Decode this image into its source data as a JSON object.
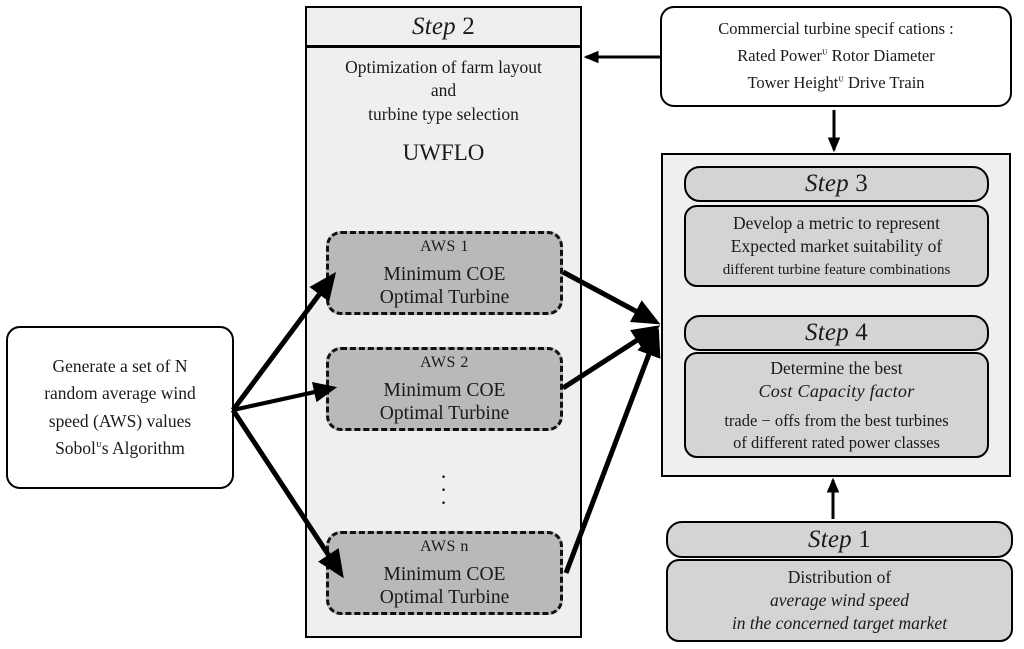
{
  "step2": {
    "header": "Step 2",
    "header_word": "Step",
    "header_num": "2",
    "line1": "Optimization of farm layout",
    "line2": "and",
    "line3": "turbine type selection",
    "model": "UWFLO",
    "aws_boxes": [
      {
        "tag": "AWS   1",
        "line1": "Minimum COE",
        "line2": "Optimal Turbine"
      },
      {
        "tag": "AWS   2",
        "line1": "Minimum COE",
        "line2": "Optimal Turbine"
      },
      {
        "tag": "AWS   n",
        "line1": "Minimum COE",
        "line2": "Optimal Turbine"
      }
    ],
    "ellipsis": "·"
  },
  "generator": {
    "line1": "Generate a set of N",
    "line2": "random average wind",
    "line3": "speed (AWS) values",
    "line4_pre": "Sobol",
    "line4_mark": "ᴜ",
    "line4_post": "s Algorithm"
  },
  "spec": {
    "line1": "Commercial turbine specif cations :",
    "line2_a": "Rated Power",
    "line2_mark": "ᴜ",
    "line2_b": " Rotor Diameter",
    "line3_a": "Tower Height",
    "line3_mark": "ᴜ",
    "line3_b": " Drive Train"
  },
  "step3": {
    "header_word": "Step",
    "header_num": "3",
    "line1": "Develop a metric to represent",
    "line2": "Expected market suitability of",
    "line3": "different turbine feature combinations"
  },
  "step4": {
    "header_word": "Step",
    "header_num": "4",
    "line1": "Determine the best",
    "line2": "Cost    Capacity factor",
    "line3": "trade − offs from the best turbines",
    "line4": "of different rated power classes"
  },
  "step1": {
    "header_word": "Step",
    "header_num": "1",
    "line1": "Distribution of",
    "line2": "average wind speed",
    "line3": "in the concerned target market"
  },
  "colors": {
    "panel_fill": "#efefef",
    "aws_fill": "#b9b9b9",
    "step_fill": "#d4d4d4",
    "stroke": "#000000",
    "page_bg": "#ffffff"
  }
}
